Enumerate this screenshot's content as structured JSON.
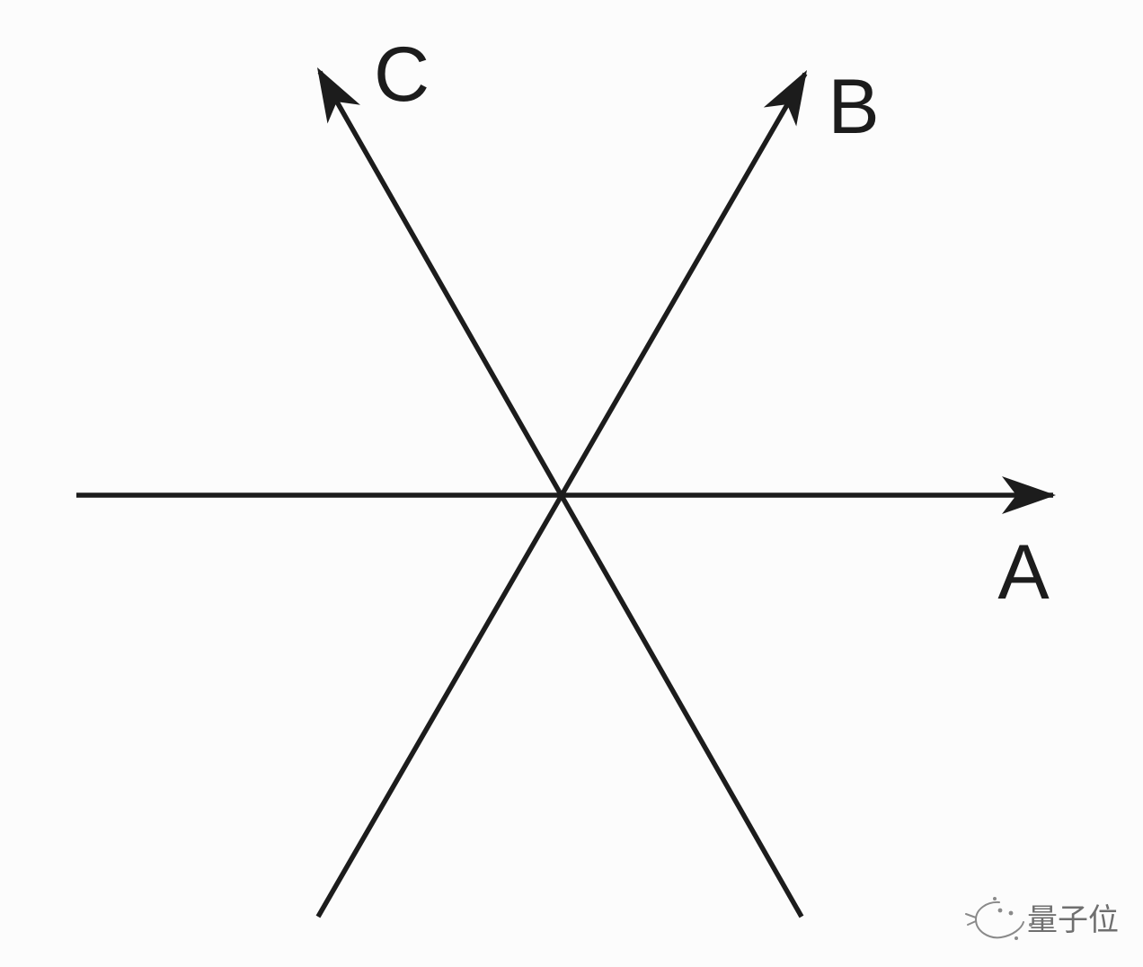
{
  "page": {
    "background_color": "#fcfcfc"
  },
  "diagram": {
    "type": "vector-diagram",
    "line_color": "#1c1c1c",
    "vectors": [
      {
        "label": "A",
        "direction": "right"
      },
      {
        "label": "B",
        "direction": "upper-right"
      },
      {
        "label": "C",
        "direction": "upper-left"
      }
    ]
  },
  "watermark": {
    "text": "量子位",
    "color": "#6f6f6f",
    "logo_icon": "qbitai-bird-icon"
  }
}
